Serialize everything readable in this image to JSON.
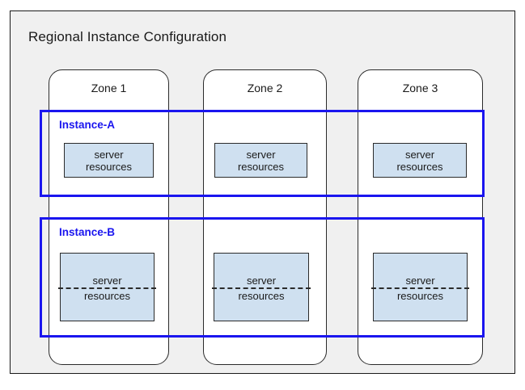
{
  "diagram": {
    "title": "Regional Instance Configuration",
    "accent_color": "#1a15ef",
    "panel_background": "#f0f0f0",
    "resource_box_color": "#cfe0f0",
    "zones": [
      {
        "label": "Zone 1"
      },
      {
        "label": "Zone 2"
      },
      {
        "label": "Zone 3"
      }
    ],
    "instances": [
      {
        "label": "Instance-A",
        "style": "solid",
        "resources": [
          {
            "line1": "server",
            "line2": "resources",
            "divided": false
          },
          {
            "line1": "server",
            "line2": "resources",
            "divided": false
          },
          {
            "line1": "server",
            "line2": "resources",
            "divided": false
          }
        ]
      },
      {
        "label": "Instance-B",
        "style": "dashed-split",
        "resources": [
          {
            "line1": "server",
            "line2": "resources",
            "divided": true
          },
          {
            "line1": "server",
            "line2": "resources",
            "divided": true
          },
          {
            "line1": "server",
            "line2": "resources",
            "divided": true
          }
        ]
      }
    ]
  }
}
